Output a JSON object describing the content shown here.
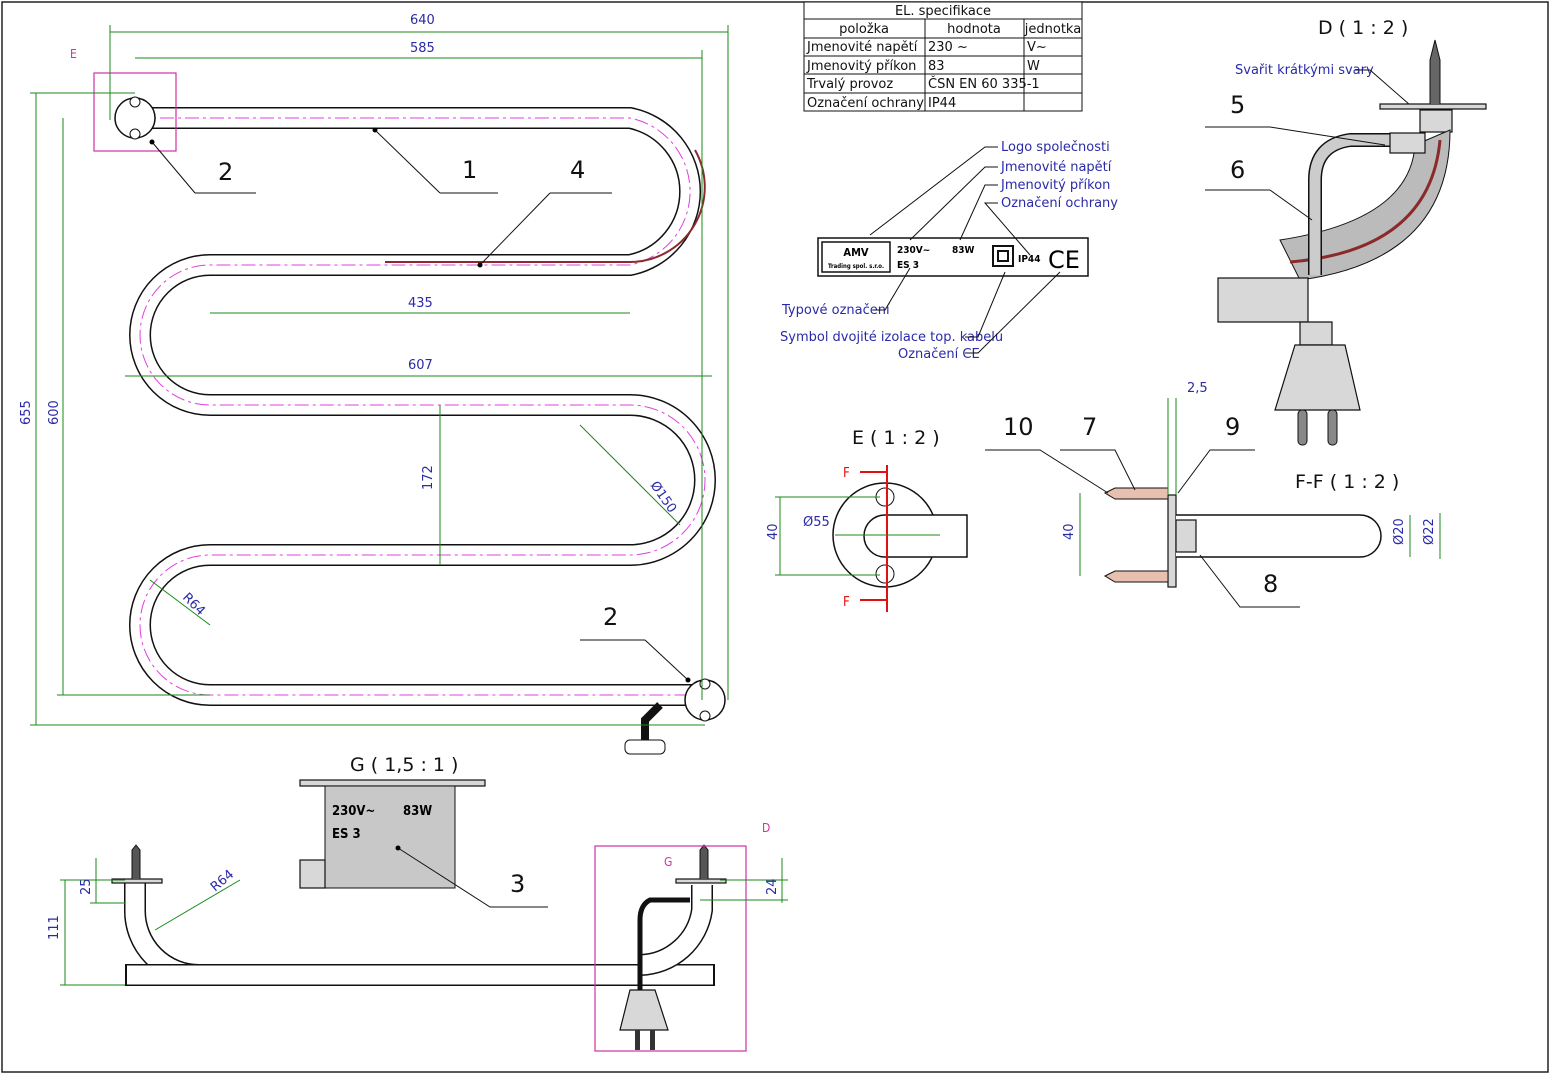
{
  "spec_table": {
    "title": "EL. specifikace",
    "headers": [
      "položka",
      "hodnota",
      "jednotka"
    ],
    "rows": [
      [
        "Jmenovité napětí",
        "230 ~",
        "V~"
      ],
      [
        "Jmenovitý příkon",
        "83",
        "W"
      ],
      [
        "Trvalý provoz",
        "ČSN EN 60 335-1",
        ""
      ],
      [
        "Označení ochrany",
        "IP44",
        ""
      ]
    ]
  },
  "label_plate": {
    "logo": "AMV",
    "logo_sub": "Trading spol. s.r.o.",
    "voltage": "230V~",
    "power": "83W",
    "type": "ES 3",
    "ip": "IP44",
    "ce": "CE",
    "callouts": [
      "Logo společnosti",
      "Jmenovité napětí",
      "Jmenovitý příkon",
      "Označení ochrany",
      "Typové označení",
      "Symbol dvojité izolace top. kabelu",
      "Označení CE"
    ]
  },
  "views": {
    "d": "D ( 1 : 2 )",
    "e": "E ( 1 : 2 )",
    "ff": "F-F ( 1 : 2 )",
    "g": "G ( 1,5 : 1 )",
    "weld_note": "Svařit krátkými svary",
    "e_marker": "E",
    "d_marker": "D",
    "g_marker": "G",
    "f_marker": "F"
  },
  "part_numbers": [
    "1",
    "2",
    "2",
    "3",
    "4",
    "5",
    "6",
    "7",
    "8",
    "9",
    "10"
  ],
  "dimensions": {
    "d640": "640",
    "d585": "585",
    "d435": "435",
    "d607": "607",
    "d655": "655",
    "d600": "600",
    "d172": "172",
    "d150": "Ø150",
    "r64a": "R64",
    "r64b": "R64",
    "d111": "111",
    "d25": "25",
    "d24": "24",
    "d40a": "40",
    "d55": "Ø55",
    "d40b": "40",
    "d20": "Ø20",
    "d22": "Ø22",
    "d25b": "2,5"
  },
  "colors": {
    "dimension": "#1a8a1a",
    "dim_text": "#2a2aa8",
    "axis": "#e040e0",
    "section": "#e01010"
  }
}
